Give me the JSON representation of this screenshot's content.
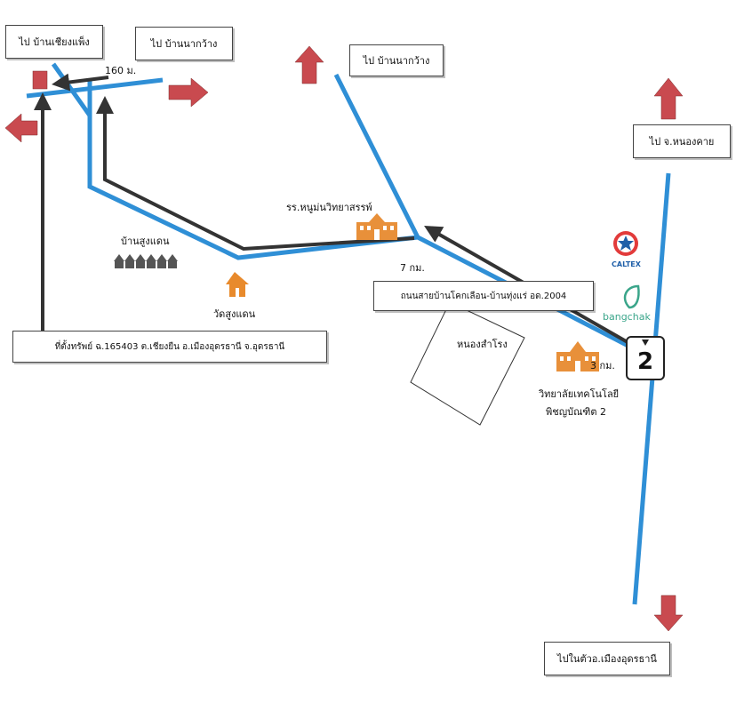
{
  "colors": {
    "road": "#2f8fd6",
    "route": "#333333",
    "arrow": "#c94a4f",
    "school": "#e8903a",
    "temple": "#e88a2c",
    "bangchak": "#3aa58a",
    "caltex_red": "#e23b3b",
    "caltex_blue": "#1f5fa8"
  },
  "boxes": {
    "to_ban_chiang_phaeng": "ไป บ้านเชียงแพ็ง",
    "to_ban_na_kwang_left": "ไป บ้านนากว้าง",
    "to_ban_na_kwang_top": "ไป บ้านนากว้าง",
    "to_nong_khai": "ไป จ.หนองคาย",
    "property": "ที่ตั้งทรัพย์ ฉ.165403 ต.เชียงยืน อ.เมืองอุดรธานี จ.อุดรธานี",
    "road_name": "ถนนสายบ้านโคกเลือน-บ้านทุ่งแร่ อด.2004",
    "to_city": "ไปในตัวอ.เมืองอุดรธานี"
  },
  "labels": {
    "dist_160": "160 ม.",
    "dist_7km": "7 กม.",
    "dist_3km": "3 กม.",
    "school": "รร.หนูม่นวิทยาสรรพ์",
    "village": "บ้านสูงแดน",
    "temple": "วัดสูงแดน",
    "pond": "หนองสำโรง",
    "college_line1": "วิทยาลัยเทคโนโลยี",
    "college_line2": "พิชญบัณฑิต 2",
    "highway_number": "2",
    "caltex": "CALTEX",
    "bangchak": "bangchak"
  },
  "icons": {
    "school": "school-building-icon",
    "college": "college-building-icon",
    "temple": "temple-icon",
    "village": "village-houses-icon",
    "caltex": "caltex-star-icon",
    "bangchak": "bangchak-leaf-icon",
    "property": "property-marker-icon",
    "highway": "highway-shield-icon"
  }
}
